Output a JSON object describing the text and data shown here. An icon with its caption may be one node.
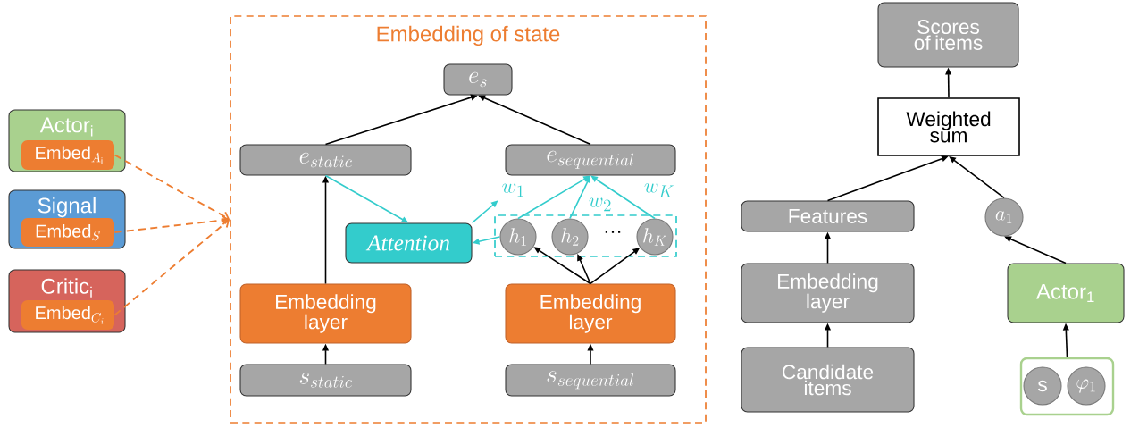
{
  "diagram": {
    "nodes": [
      {
        "text": [
          "Actor$_{i}$"
        ]
      },
      {
        "text": [
          "\\mathrm{Embed}_{A_\\mathrm{i}}"
        ],
        "in": 0
      },
      {
        "text": [
          "Signal"
        ]
      },
      {
        "text": [
          "\\mathrm{Embed}_{S}"
        ],
        "in": 2
      },
      {
        "text": [
          "Critic$_{i}$"
        ]
      },
      {
        "text": [
          "\\mathrm{Embed}_{C_i}"
        ],
        "in": 4
      },
      {
        "text": [
          "Embedding of state"
        ]
      },
      {
        "text": [
          "e_{s}"
        ],
        "in": 6
      },
      {
        "text": [
          "e_{static}"
        ],
        "in": 6
      },
      {
        "text": [
          "e_{sequential}"
        ],
        "in": 6
      },
      {
        "text": [
          "Attention"
        ],
        "in": 6
      },
      {
        "text": [],
        "shape": "box",
        "in": 6
      },
      {
        "text": [
          "h_{1}"
        ],
        "in": 11
      },
      {
        "text": [
          "h_{2}"
        ],
        "in": 11
      },
      {
        "text": [
          "h_{K}"
        ],
        "in": 11
      },
      {
        "text": [
          "Embedding layer"
        ],
        "in": 6
      },
      {
        "text": [
          "Embedding layer"
        ],
        "in": 6
      },
      {
        "text": [
          "s_{static}"
        ],
        "in": 6
      },
      {
        "text": [
          "s_{sequential}"
        ],
        "in": 6
      },
      {
        "text": [
          "Scores of items"
        ]
      },
      {
        "text": [
          "Weighted sum"
        ]
      },
      {
        "text": [
          "Features"
        ]
      },
      {
        "text": [
          "a_{1}"
        ]
      },
      {
        "text": [
          "Embedding layer"
        ]
      },
      {
        "text": [
          "Actor$_{1}$"
        ]
      },
      {
        "text": [
          "Candidate items"
        ]
      },
      {
        "text": [],
        "shape": "box"
      },
      {
        "text": [
          "s"
        ],
        "in": 26
      },
      {
        "text": [
          "\\varphi_{1}"
        ],
        "in": 26
      },
      {
        "text": [
          "w_{1}"
        ],
        "in": 6
      }
    ],
    "edges": [
      {
        "from": 1,
        "to": 6,
        "arrow": "to",
        "style": "dashed",
        "color": "#ed7d31"
      },
      {
        "from": 3,
        "to": 6,
        "arrow": "to",
        "style": "dashed",
        "color": "#ed7d31"
      },
      {
        "from": 5,
        "to": 6,
        "arrow": "to",
        "style": "dashed",
        "color": "#ed7d31"
      },
      {
        "from": 8,
        "to": 7,
        "arrow": "to"
      },
      {
        "from": 9,
        "to": 7,
        "arrow": "to"
      },
      {
        "from": 15,
        "to": 8,
        "arrow": "to"
      },
      {
        "from": 17,
        "to": 15,
        "arrow": "to"
      },
      {
        "from": 18,
        "to": 16,
        "arrow": "to"
      },
      {
        "from": 16,
        "to": 12,
        "arrow": "to"
      },
      {
        "from": 16,
        "to": 13,
        "arrow": "to"
      },
      {
        "from": 16,
        "to": 14,
        "arrow": "to"
      },
      {
        "from": 8,
        "to": 10,
        "arrow": "to",
        "color": "#33cccc"
      },
      {
        "from": 12,
        "to": 10,
        "arrow": "to",
        "color": "#33cccc"
      },
      {
        "from": 10,
        "to": 29,
        "arrow": "to",
        "color": "#33cccc"
      },
      {
        "from": 12,
        "to": 9,
        "arrow": "to",
        "color": "#33cccc"
      },
      {
        "from": 13,
        "to": 9,
        "arrow": "to",
        "label": "w_{2}",
        "color": "#33cccc"
      },
      {
        "from": 14,
        "to": 9,
        "arrow": "to",
        "label": "w_{K}",
        "color": "#33cccc"
      },
      {
        "from": 20,
        "to": 19,
        "arrow": "to"
      },
      {
        "from": 21,
        "to": 20,
        "arrow": "to"
      },
      {
        "from": 22,
        "to": 20,
        "arrow": "to"
      },
      {
        "from": 23,
        "to": 21,
        "arrow": "to"
      },
      {
        "from": 25,
        "to": 23,
        "arrow": "to"
      },
      {
        "from": 24,
        "to": 22,
        "arrow": "to"
      },
      {
        "from": 26,
        "to": 24,
        "arrow": "to"
      }
    ],
    "labels": [
      "⋯"
    ]
  }
}
